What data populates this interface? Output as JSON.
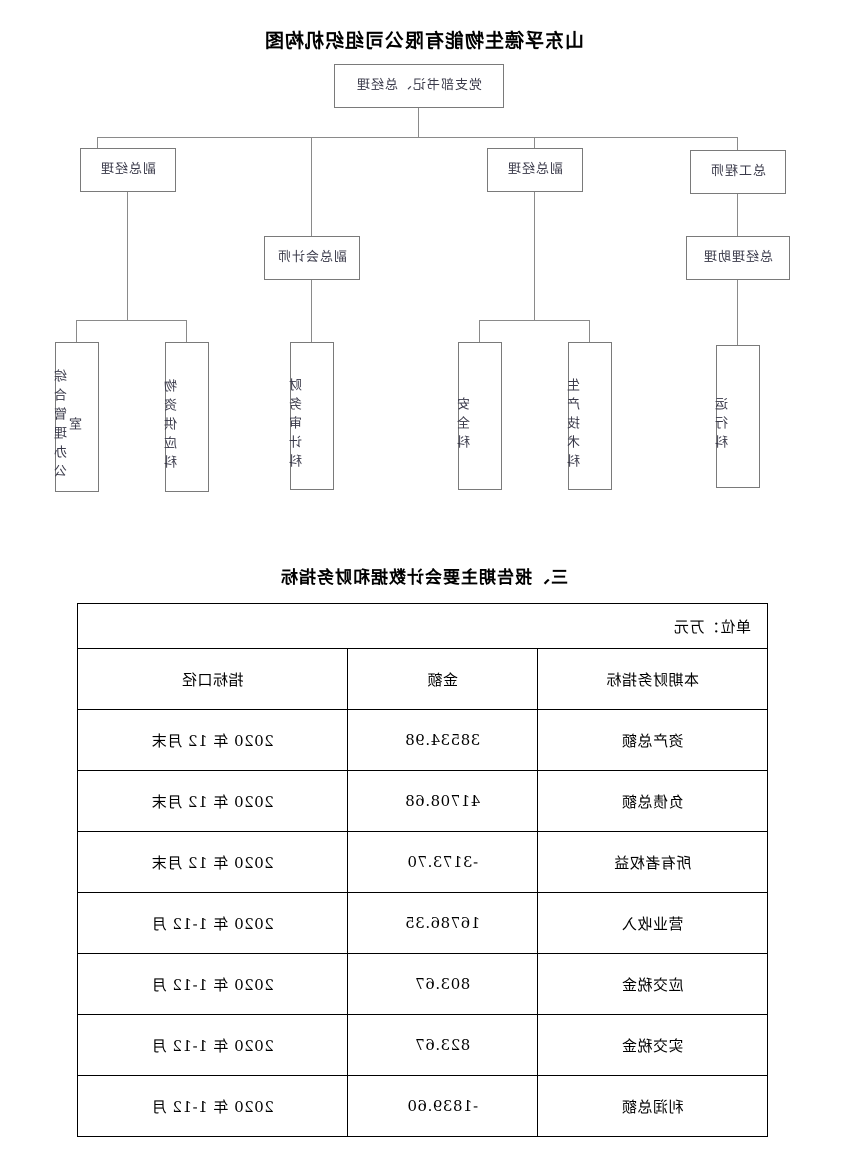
{
  "org_chart": {
    "title": "山东孚德生物能有限公司组织机构图",
    "nodes": {
      "root": "党支部书记、总经理",
      "chief_engineer": "总工程师",
      "deputy_gm_left": "副总经理",
      "deputy_gm_right": "副总经理",
      "gm_assistant": "总经理助理",
      "deputy_chief_accountant": "副总会计师",
      "dept_operations": "运行科",
      "dept_production_tech": "生产技术科",
      "dept_safety": "安全科",
      "dept_finance_audit": "财务审计科",
      "dept_material_supply": "物资供应科",
      "dept_general_office": "综合管理办公室"
    }
  },
  "financial_section": {
    "heading": "三、报告期主要会计数据和财务指标",
    "unit": "单位：万元",
    "columns": [
      "本期财务指标",
      "金额",
      "指标口径"
    ],
    "rows": [
      {
        "indicator": "资产总额",
        "amount": "38534.98",
        "caliber": "2020 年 12 月末"
      },
      {
        "indicator": "负债总额",
        "amount": "41708.68",
        "caliber": "2020 年 12 月末"
      },
      {
        "indicator": "所有者权益",
        "amount": "-3173.70",
        "caliber": "2020 年 12 月末"
      },
      {
        "indicator": "营业收入",
        "amount": "16786.35",
        "caliber": "2020 年 1-12 月"
      },
      {
        "indicator": "应交税金",
        "amount": "803.67",
        "caliber": "2020 年 1-12 月"
      },
      {
        "indicator": "实交税金",
        "amount": "823.67",
        "caliber": "2020 年 1-12 月"
      },
      {
        "indicator": "利润总额",
        "amount": "-1839.60",
        "caliber": "2020 年 1-12 月"
      }
    ]
  }
}
